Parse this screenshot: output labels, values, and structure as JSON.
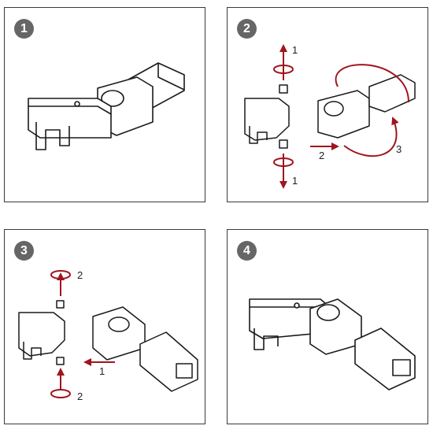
{
  "steps": [
    {
      "number": "1"
    },
    {
      "number": "2",
      "labels": {
        "rotate_top": "1",
        "rotate_bottom": "1",
        "push": "2",
        "swing": "3"
      }
    },
    {
      "number": "3",
      "labels": {
        "rotate_top": "2",
        "rotate_bottom": "2",
        "push": "1"
      }
    },
    {
      "number": "4"
    }
  ],
  "colors": {
    "arrow": "#a0141e",
    "line": "#1a1a1a",
    "badge": "#666666"
  }
}
